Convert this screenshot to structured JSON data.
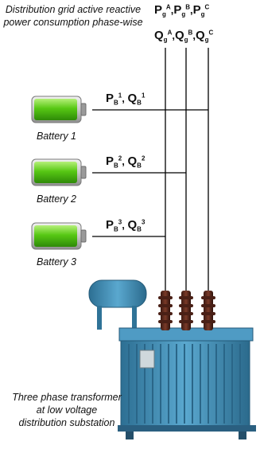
{
  "captions": {
    "grid": "Distribution grid active reactive power consumption phase-wise",
    "transformer": "Three phase transformer at low voltage distribution substation"
  },
  "grid_power": {
    "p_symbol": "P",
    "q_symbol": "Q",
    "sub": "g",
    "phases": [
      "A",
      "B",
      "C"
    ]
  },
  "batteries": [
    {
      "label": "Battery 1",
      "p": "P",
      "q": "Q",
      "sub": "B",
      "index": "1"
    },
    {
      "label": "Battery 2",
      "p": "P",
      "q": "Q",
      "sub": "B",
      "index": "2"
    },
    {
      "label": "Battery 3",
      "p": "P",
      "q": "Q",
      "sub": "B",
      "index": "3"
    }
  ],
  "colors": {
    "line": "#000000",
    "battery_green": "#5bd01a",
    "transformer_blue": "#3f8fb5"
  }
}
